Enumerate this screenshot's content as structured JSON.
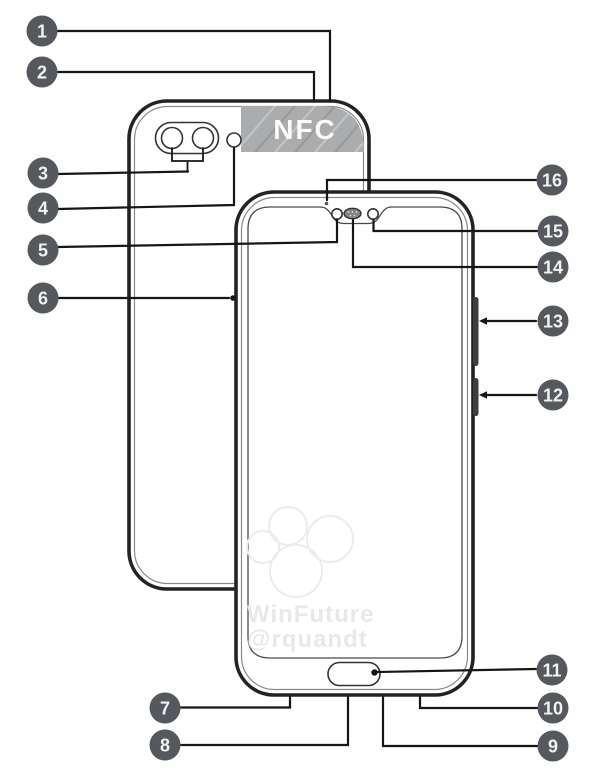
{
  "device_diagram": {
    "nfc_label": "NFC",
    "watermark_line1": "WinFuture",
    "watermark_line2": "@rquandt",
    "callouts": [
      "1",
      "2",
      "3",
      "4",
      "5",
      "6",
      "7",
      "8",
      "9",
      "10",
      "11",
      "12",
      "13",
      "14",
      "15",
      "16"
    ]
  },
  "colors": {
    "callout_bg": "#55585c",
    "callout_text": "#f2f2f2",
    "leader_line": "#161616",
    "nfc_bg": "#aaacae",
    "nfc_text": "#fbfbfb",
    "watermark": "#e8e8e8"
  }
}
